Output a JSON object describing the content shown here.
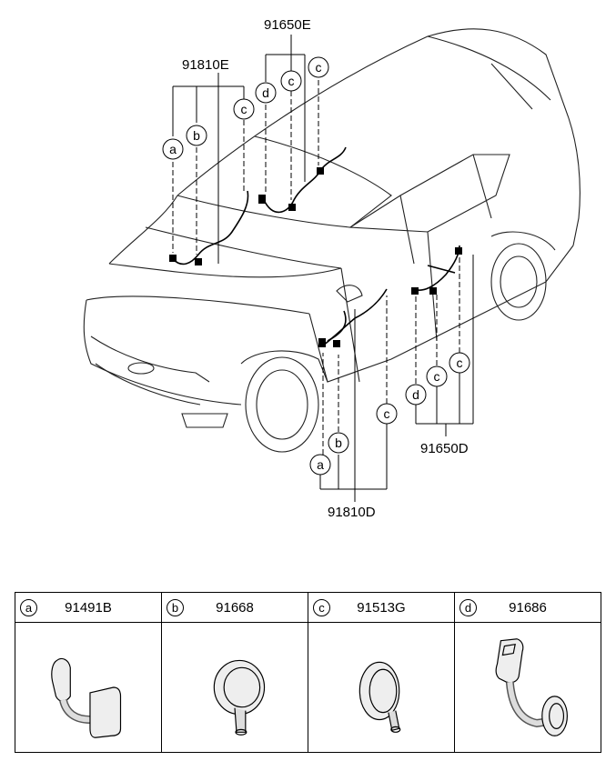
{
  "callouts": {
    "a": "a",
    "b": "b",
    "c": "c",
    "d": "d"
  },
  "part_labels": {
    "front_left_group": "91810E",
    "rear_top_group": "91650E",
    "rear_right_group": "91650D",
    "front_lower_group": "91810D"
  },
  "legend": [
    {
      "letter": "a",
      "part_number": "91491B"
    },
    {
      "letter": "b",
      "part_number": "91668"
    },
    {
      "letter": "c",
      "part_number": "91513G"
    },
    {
      "letter": "d",
      "part_number": "91686"
    }
  ]
}
